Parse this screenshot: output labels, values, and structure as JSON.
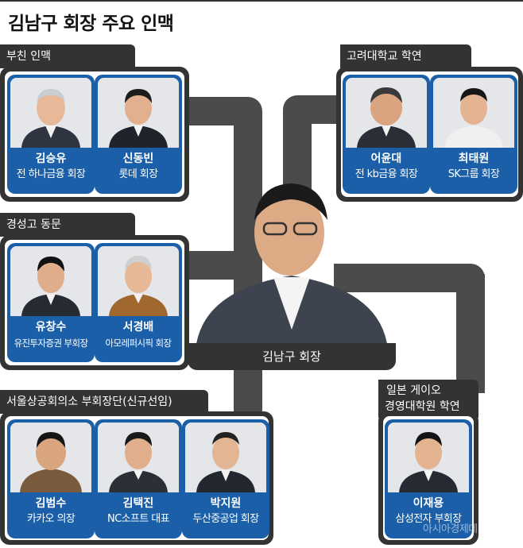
{
  "title": "김남구 회장 주요 인맥",
  "center": {
    "name_role": "김남구 회장"
  },
  "groups": [
    {
      "label": "부친 인맥",
      "members": [
        {
          "name": "김승유",
          "role": "전 하나금융 회장"
        },
        {
          "name": "신동빈",
          "role": "롯데 회장"
        }
      ]
    },
    {
      "label": "고려대학교 학연",
      "members": [
        {
          "name": "어윤대",
          "role": "전 kb금융 회장"
        },
        {
          "name": "최태원",
          "role": "SK그룹 회장"
        }
      ]
    },
    {
      "label": "경성고 동문",
      "members": [
        {
          "name": "유창수",
          "role": "유진투자증권 부회장"
        },
        {
          "name": "서경배",
          "role": "아모레퍼시픽 회장"
        }
      ]
    },
    {
      "label": "서울상공회의소 부회장단(신규선임)",
      "members": [
        {
          "name": "김범수",
          "role": "카카오 의장"
        },
        {
          "name": "김택진",
          "role": "NC소프트 대표"
        },
        {
          "name": "박지원",
          "role": "두산중공업 회장"
        }
      ]
    },
    {
      "label_line1": "일본 게이오",
      "label_line2": "경영대학원 학연",
      "members": [
        {
          "name": "이재용",
          "role": "삼성전자 부회장"
        }
      ]
    }
  ],
  "watermark": "아시아경제데이",
  "icons": [
    "portrait-photo-icon"
  ]
}
